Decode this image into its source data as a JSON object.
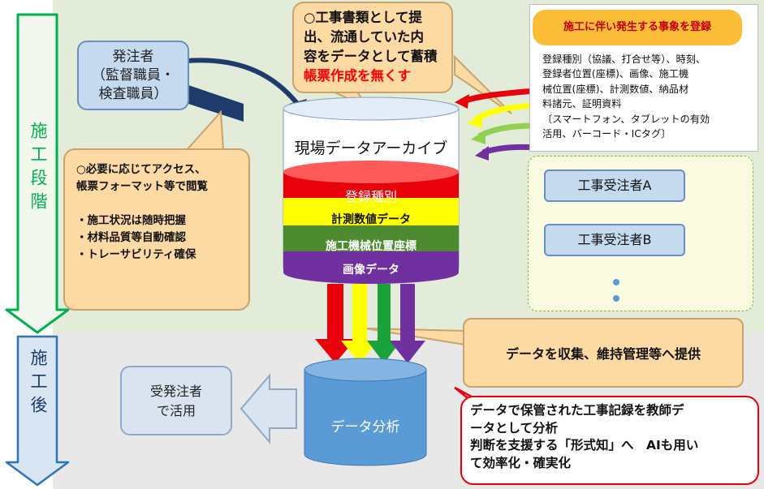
{
  "phases": {
    "construction": "施工段階",
    "after": "施工後"
  },
  "orderer": {
    "label": "発注者\n（監督職員・\n検査職員）"
  },
  "docs_callout": {
    "line1": "○工事書類として提",
    "line2": "出、流通していた内",
    "line3": "容をデータとして蓄積",
    "emphasis": "帳票作成を無くす"
  },
  "register": {
    "header": "施工に伴い発生する事象を登録",
    "body": "登録種別（協議、打合せ等）、時刻、\n登録者位置(座標)、画像、施工機\n械位置(座標)、計測数値、納品材\n料諸元、証明資料\n〔スマートフォン、タブレットの有効\n活用、バーコード・ICタグ〕"
  },
  "archive": {
    "title": "現場データアーカイブ",
    "layers": [
      {
        "label": "登録種別",
        "color": "#e8000b"
      },
      {
        "label": "計測数値データ",
        "color": "#ffff00"
      },
      {
        "label": "施工機械位置座標",
        "color": "#4e8a2f"
      },
      {
        "label": "画像データ",
        "color": "#7030a0"
      }
    ]
  },
  "access_callout": {
    "text": "○必要に応じてアクセス、\n帳票フォーマット等で閲覧\n\n・施工状況は随時把握\n・材料品質等自動確認\n・トレーサビリティ確保"
  },
  "contractors": {
    "a": "工事受注者A",
    "b": "工事受注者B"
  },
  "collect_callout": "データを収集、維持管理等へ提供",
  "analysis": {
    "label": "データ分析"
  },
  "use_box": "受発注者\nで活用",
  "ai_callout": "データで保管された工事記録を教師デ\nータとして分析\n判断を支援する「形式知」へ　AIも用い\nて効率化・確実化",
  "colors": {
    "arrow_red": "#e8000b",
    "arrow_yellow": "#ffff00",
    "arrow_green": "#1aa33a",
    "arrow_purple": "#7030a0",
    "phase_green": "#00b050",
    "phase_blue": "#2e75b6"
  }
}
